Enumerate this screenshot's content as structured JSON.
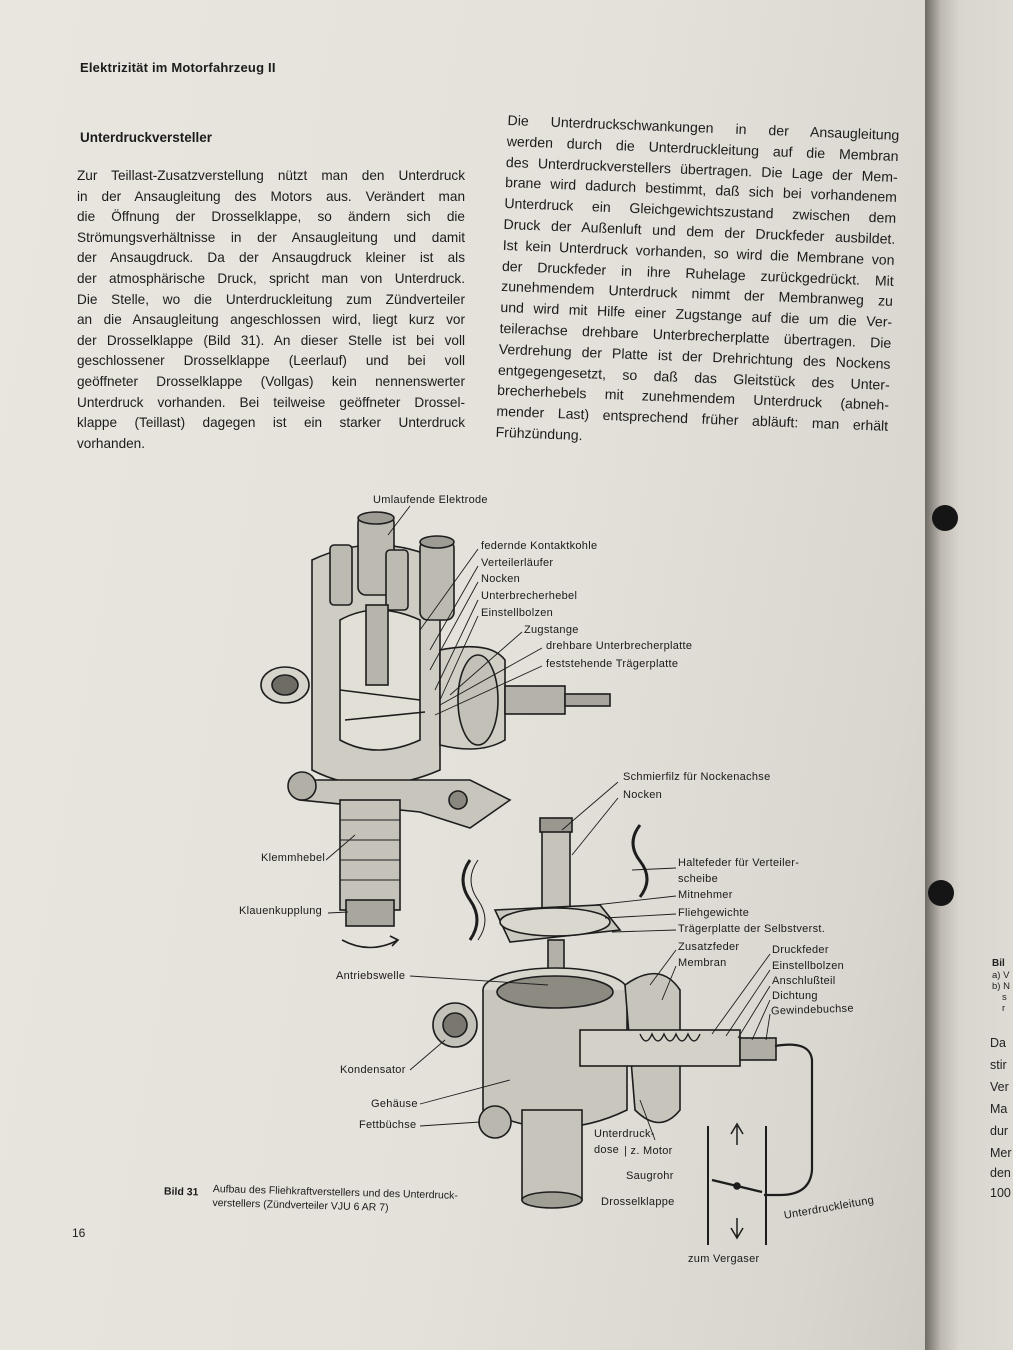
{
  "running_head": "Elektrizität im Motorfahrzeug II",
  "section_heading": "Unterdruckversteller",
  "left_column": [
    "Zur Teillast-Zusatzverstellung nützt man den Unterdruck",
    "in der Ansaugleitung des Motors aus. Verändert man",
    "die Öffnung der Drosselklappe, so ändern sich die",
    "Strömungsverhältnisse in der Ansaugleitung und damit",
    "der Ansaugdruck. Da der Ansaugdruck kleiner ist als",
    "der atmosphärische Druck, spricht man von Unterdruck.",
    "Die Stelle, wo die Unterdruckleitung zum Zündverteiler",
    "an die Ansaugleitung angeschlossen wird, liegt kurz vor",
    "der Drosselklappe (Bild 31). An dieser Stelle ist bei voll",
    "geschlossener Drosselklappe (Leerlauf) und bei voll",
    "geöffneter Drosselklappe (Vollgas) kein nennenswerter",
    "Unterdruck vorhanden. Bei teilweise geöffneter Drossel-",
    "klappe (Teillast) dagegen ist ein starker Unterdruck",
    "vorhanden."
  ],
  "right_column": [
    "Die Unterdruckschwankungen in der Ansaugleitung",
    "werden durch die Unterdruckleitung auf die Membran",
    "des Unterdruckverstellers übertragen. Die Lage der Mem-",
    "brane wird dadurch bestimmt, daß sich bei vorhandenem",
    "Unterdruck ein Gleichgewichtszustand zwischen dem",
    "Druck der Außenluft und dem der Druckfeder ausbildet.",
    "Ist kein Unterdruck vorhanden, so wird die Membrane von",
    "der Druckfeder in ihre Ruhelage zurückgedrückt. Mit",
    "zunehmendem Unterdruck nimmt der Membranweg zu",
    "und wird mit Hilfe einer Zugstange auf die um die Ver-",
    "teilerachse drehbare Unterbrecherplatte übertragen. Die",
    "Verdrehung der Platte ist der Drehrichtung des Nockens",
    "entgegengesetzt, so daß das Gleitstück des Unter-",
    "brecherhebels mit zunehmendem Unterdruck (abneh-",
    "mender Last) entsprechend früher abläuft: man erhält",
    "Frühzündung."
  ],
  "figure": {
    "labels": {
      "umlaufende_elektrode": "Umlaufende Elektrode",
      "federnde_kontaktkohle": "federnde Kontaktkohle",
      "verteilerlaeufer": "Verteilerläufer",
      "nocken_top": "Nocken",
      "unterbrecherhebel": "Unterbrecherhebel",
      "einstellbolzen_top": "Einstellbolzen",
      "zugstange": "Zugstange",
      "drehbare_unterbrecherplatte": "drehbare Unterbrecherplatte",
      "feststehende_traegerplatte": "feststehende Trägerplatte",
      "schmierfilz": "Schmierfilz für Nockenachse",
      "nocken_bottom": "Nocken",
      "haltefeder_1": "Haltefeder für Verteiler-",
      "haltefeder_2": "scheibe",
      "mitnehmer": "Mitnehmer",
      "fliehgewichte": "Fliehgewichte",
      "traegerplatte_selbstverst": "Trägerplatte der Selbstverst.",
      "zusatzfeder": "Zusatzfeder",
      "membran": "Membran",
      "druckfeder": "Druckfeder",
      "einstellbolzen_bottom": "Einstellbolzen",
      "anschlussteil": "Anschlußteil",
      "dichtung": "Dichtung",
      "gewindebuchse": "Gewindebuchse",
      "klemmhebel": "Klemmhebel",
      "klauenkupplung": "Klauenkupplung",
      "antriebswelle": "Antriebswelle",
      "kondensator": "Kondensator",
      "gehaeuse": "Gehäuse",
      "fettbuechse": "Fettbüchse",
      "unterdruckdose": "Unterdruck-",
      "dose": "dose",
      "z_motor": "| z. Motor",
      "saugrohr": "Saugrohr",
      "drosselklappe": "Drosselklappe",
      "unterdruckleitung": "Unterdruckleitung",
      "zum_vergaser": "zum Vergaser"
    },
    "caption_number": "Bild 31",
    "caption_lines": [
      "Aufbau des Fliehkraftverstellers und des Unterdruck-",
      "verstellers (Zündverteiler VJU 6 AR 7)"
    ]
  },
  "page_number": "16",
  "next_page_fragment": {
    "heading": "Bil",
    "items": [
      "a) V",
      "b) N",
      "s",
      "r"
    ],
    "lines": [
      "Da",
      "stir",
      "Ver",
      "Ma",
      "dur",
      "Mer",
      "den",
      "100"
    ]
  }
}
